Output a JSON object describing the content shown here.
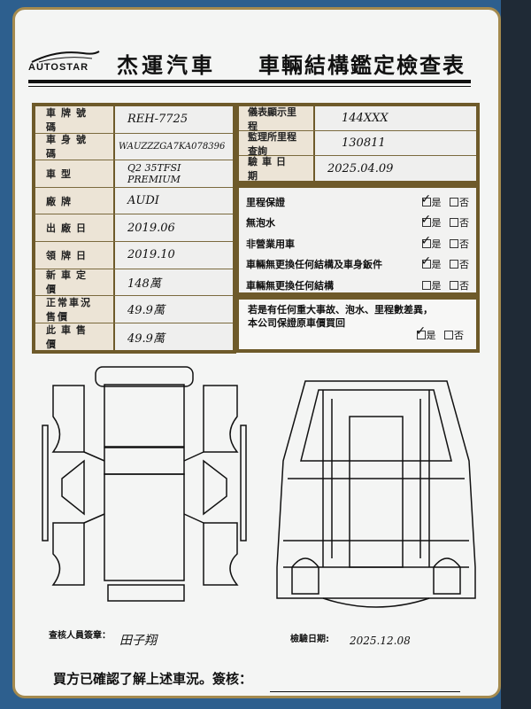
{
  "header": {
    "logo_text": "AUTOSTAR",
    "company": "杰運汽車",
    "title": "車輛結構鑑定檢查表"
  },
  "vehicle_info": [
    {
      "label": "車牌號碼",
      "value": "REH-7725"
    },
    {
      "label": "車身號碼",
      "value": "WAUZZZGA7KA078396"
    },
    {
      "label": "車型",
      "value": "Q2 35TFSI PREMIUM"
    },
    {
      "label": "廠牌",
      "value": "AUDI"
    },
    {
      "label": "出廠日",
      "value": "2019.06"
    },
    {
      "label": "領牌日",
      "value": "2019.10"
    },
    {
      "label": "新車定價",
      "value": "148萬"
    },
    {
      "label": "正常車況售價",
      "value": "49.9萬"
    },
    {
      "label": "此車售價",
      "value": "49.9萬"
    }
  ],
  "mileage_info": [
    {
      "label": "儀表顯示里程",
      "value": "144XXX"
    },
    {
      "label": "監理所里程查詢",
      "value": "130811"
    },
    {
      "label": "驗車日期",
      "value": "2025.04.09"
    }
  ],
  "yes_label": "是",
  "no_label": "否",
  "checklist": [
    {
      "label": "里程保證",
      "yes": true,
      "no": false
    },
    {
      "label": "無泡水",
      "yes": true,
      "no": false
    },
    {
      "label": "非營業用車",
      "yes": true,
      "no": false
    },
    {
      "label": "車輛無更換任何結構及車身鈑件",
      "yes": true,
      "no": false
    },
    {
      "label": "車輛無更換任何結構",
      "yes": false,
      "no": false
    }
  ],
  "guarantee": {
    "line1": "若是有任何重大事故、泡水、里程數差異，",
    "line2": "本公司保證原車價買回",
    "yes": true,
    "no": false
  },
  "footer": {
    "inspector_label": "查核人員簽章：",
    "inspector_signature": "田子翔",
    "date_label": "檢驗日期:",
    "date_value": "2025.12.08",
    "buyer_text": "買方已確認了解上述車況。簽核："
  }
}
